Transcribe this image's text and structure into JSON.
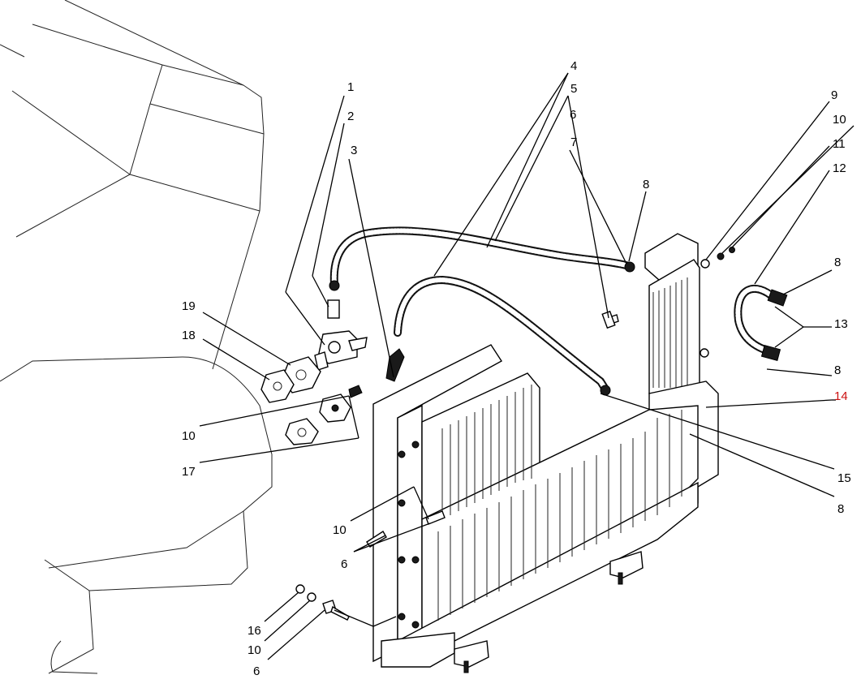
{
  "labels": {
    "l1": "1",
    "l2": "2",
    "l3": "3",
    "l4": "4",
    "l5": "5",
    "l6a": "6",
    "l7": "7",
    "l8a": "8",
    "l9": "9",
    "l10a": "10",
    "l11": "11",
    "l12": "12",
    "l8b": "8",
    "l13": "13",
    "l8c": "8",
    "l14": "14",
    "l19": "19",
    "l18": "18",
    "l10b": "10",
    "l17": "17",
    "l10c": "10",
    "l6b": "6",
    "l15": "15",
    "l8d": "8",
    "l16": "16",
    "l10d": "10",
    "l6c": "6"
  },
  "colors": {
    "line": "#000000",
    "highlight": "#cc1010",
    "background": "#ffffff"
  }
}
